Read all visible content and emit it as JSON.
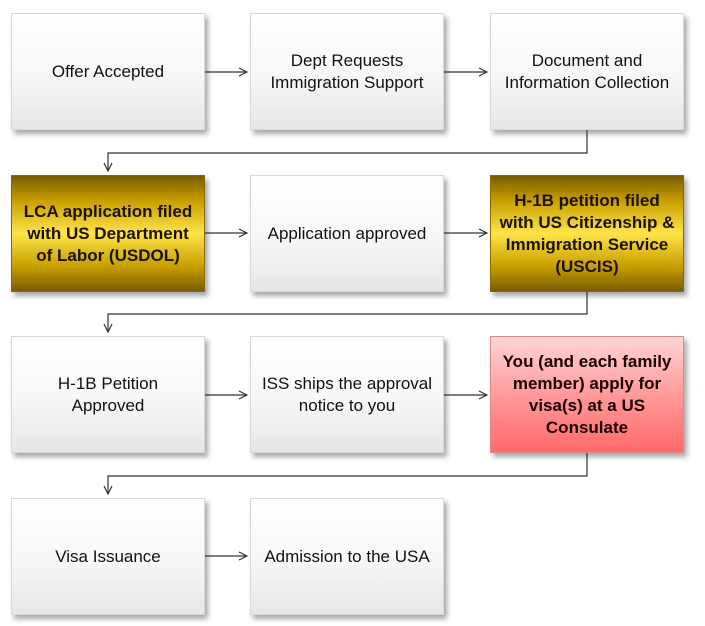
{
  "flowchart": {
    "rows": [
      [
        {
          "text": "Offer Accepted",
          "style": "plain"
        },
        {
          "text": "Dept Requests Immigration Support",
          "style": "plain"
        },
        {
          "text": "Document and Information Collection",
          "style": "plain"
        }
      ],
      [
        {
          "text": "LCA application filed with US Department of Labor (USDOL)",
          "style": "gold"
        },
        {
          "text": "Application approved",
          "style": "plain"
        },
        {
          "text": "H-1B petition filed with US Citizenship & Immigration Service (USCIS)",
          "style": "gold"
        }
      ],
      [
        {
          "text": "H-1B Petition Approved",
          "style": "plain"
        },
        {
          "text": "ISS ships the approval notice to you",
          "style": "plain"
        },
        {
          "text": "You (and each family member) apply for visa(s) at a US Consulate",
          "style": "red"
        }
      ],
      [
        {
          "text": "Visa Issuance",
          "style": "plain"
        },
        {
          "text": "Admission to the USA",
          "style": "plain"
        }
      ]
    ],
    "colors": {
      "plain_fill": "#f7f7f7",
      "gold_fill": "#ffe44a",
      "red_fill": "#ff9a9a",
      "connector": "#333333"
    }
  }
}
